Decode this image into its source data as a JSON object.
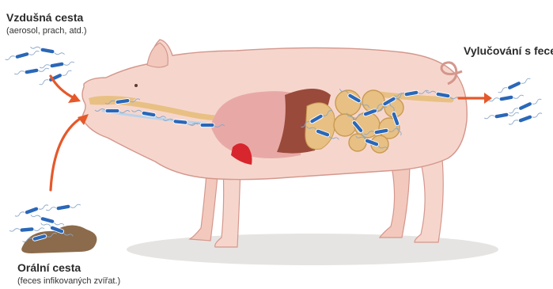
{
  "labels": {
    "airborne_title": "Vzdušná cesta",
    "airborne_sub": "(aerosol, prach, atd.)",
    "oral_title": "Orální cesta",
    "oral_sub": "(feces infikovaných zvířat.)",
    "excretion_title": "Vylučování s feces"
  },
  "colors": {
    "pig_body": "#f6d6cc",
    "pig_outline": "#d4978d",
    "bacteria_blue": "#2a67b8",
    "arrow": "#e6582a",
    "lung": "#e8a9a6",
    "liver": "#9a4a3a",
    "heart": "#d7262d",
    "intestine": "#e8c083",
    "feces": "#8b6b4b",
    "shadow": "#e6e4e2"
  }
}
